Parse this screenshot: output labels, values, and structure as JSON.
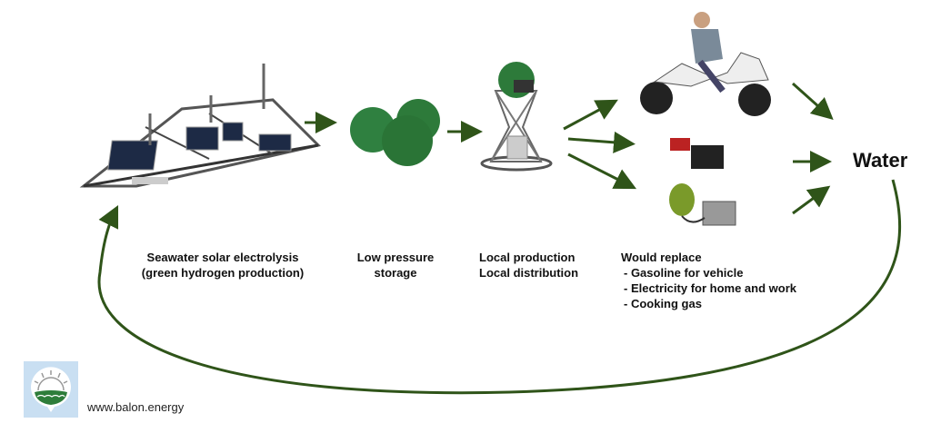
{
  "colors": {
    "arrow": "#2f5419",
    "logo_bg": "#c9dff2",
    "logo_green": "#2e7d3a"
  },
  "steps": [
    {
      "lines": [
        "Seawater solar electrolysis",
        "(green hydrogen production)"
      ]
    },
    {
      "lines": [
        "Low pressure",
        "storage"
      ]
    },
    {
      "lines": [
        "Local production",
        "Local distribution"
      ]
    }
  ],
  "replace": {
    "title": "Would replace",
    "items": [
      "-  Gasoline for vehicle",
      "-  Electricity for home and work",
      "-  Cooking gas"
    ]
  },
  "water_label": "Water",
  "website": "www.balon.energy",
  "logo_icon": "sun-over-waves-balloon-logo"
}
